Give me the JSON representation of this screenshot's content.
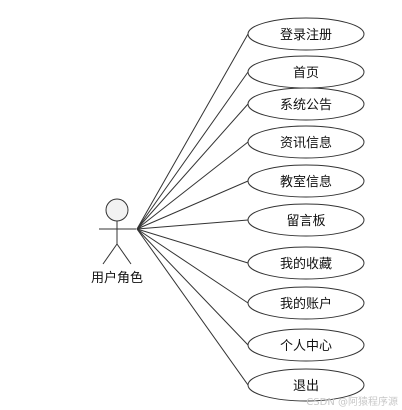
{
  "actor": {
    "label": "用户角色"
  },
  "use_cases": [
    {
      "label": "登录注册"
    },
    {
      "label": "首页"
    },
    {
      "label": "系统公告"
    },
    {
      "label": "资讯信息"
    },
    {
      "label": "教室信息"
    },
    {
      "label": "留言板"
    },
    {
      "label": "我的收藏"
    },
    {
      "label": "我的账户"
    },
    {
      "label": "个人中心"
    },
    {
      "label": "退出"
    }
  ],
  "watermark": "CSDN @阿猿程序源",
  "colors": {
    "stroke": "#333333",
    "text": "#111111"
  }
}
